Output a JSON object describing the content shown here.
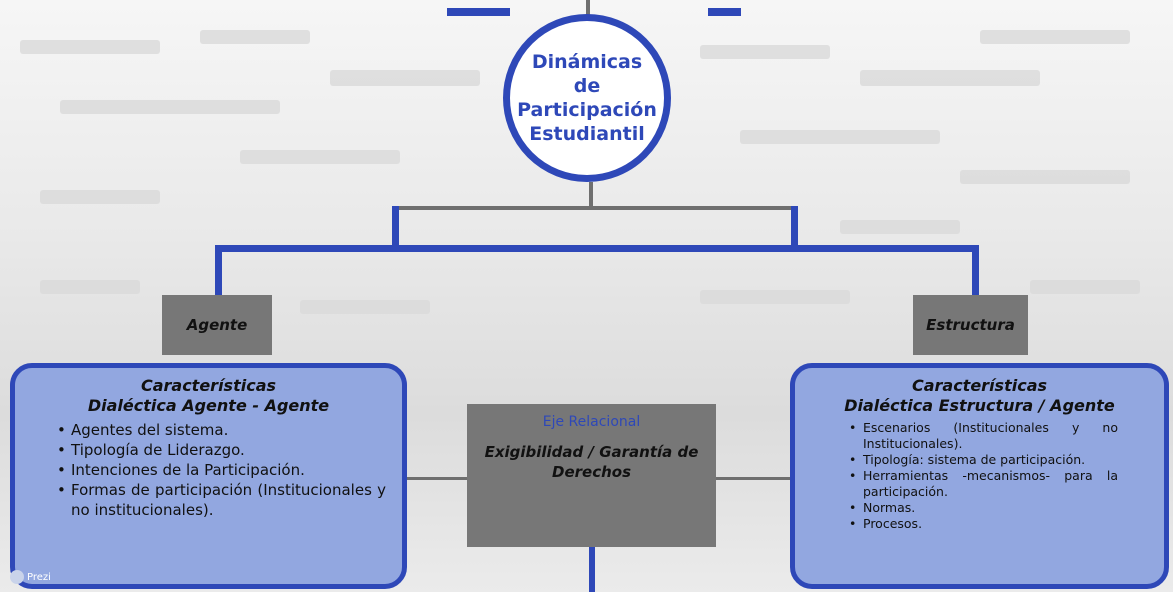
{
  "diagram": {
    "root": {
      "title": "Dinámicas de Participación Estudiantil"
    },
    "agente": {
      "label": "Agente",
      "heading1": "Características",
      "heading2": "Dialéctica Agente - Agente",
      "items": [
        "Agentes del sistema.",
        "Tipología de Liderazgo.",
        "Intenciones de la Participación.",
        "Formas de participación (Institucionales y no institucionales)."
      ]
    },
    "estructura": {
      "label": "Estructura",
      "heading1": "Características",
      "heading2": "Dialéctica Estructura / Agente",
      "items": [
        "Escenarios (Institucionales y no Institucionales).",
        "Tipología: sistema de participación.",
        "Herramientas -mecanismos- para la participación.",
        "Normas.",
        "Procesos."
      ]
    },
    "eje": {
      "subtitle": "Eje Relacional",
      "title": "Exigibilidad / Garantía de Derechos"
    },
    "logo_text": "Prezi"
  },
  "colors": {
    "accent_blue": "#2e48b8",
    "panel_fill": "#92a7e0",
    "label_gray": "#777777",
    "connector_gray": "#6f6f6f"
  }
}
